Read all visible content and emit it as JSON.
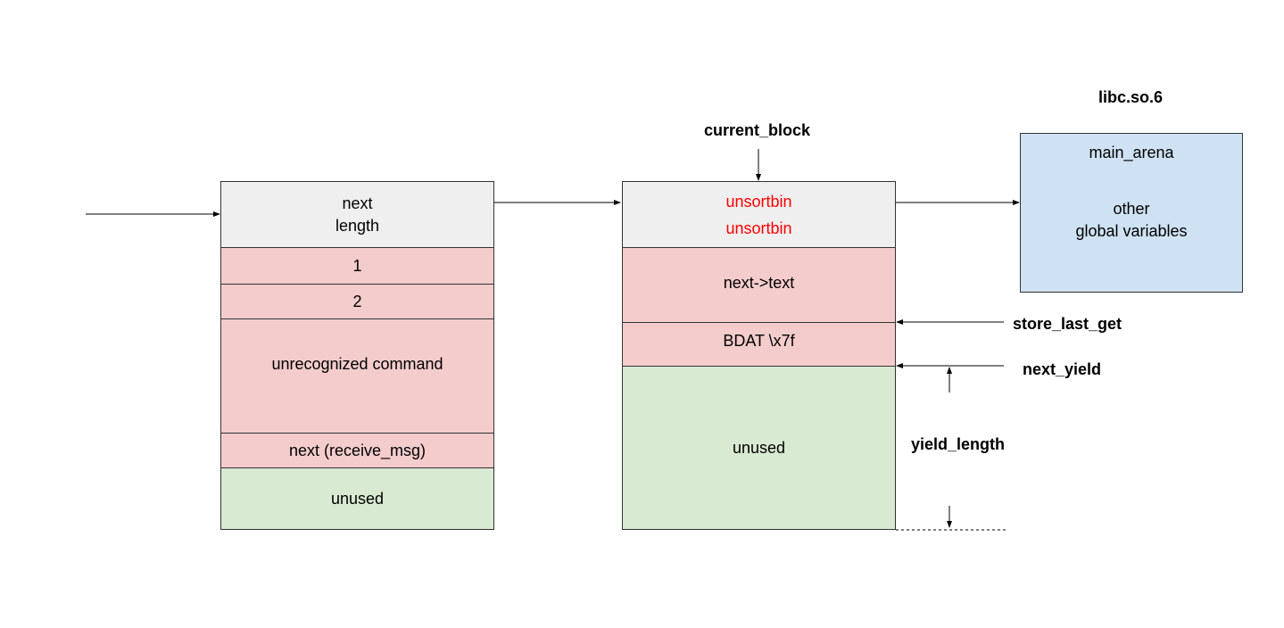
{
  "left_chunk": {
    "header": [
      "next",
      "length"
    ],
    "cells": [
      "1",
      "2",
      "unrecognized command",
      "next (receive_msg)"
    ],
    "unused": "unused"
  },
  "middle_chunk": {
    "header": [
      "unsortbin",
      "unsortbin"
    ],
    "cells": [
      "next->text",
      "BDAT \\x7f"
    ],
    "unused": "unused"
  },
  "libc_box": {
    "title": "libc.so.6",
    "line1": "main_arena",
    "line2": "other",
    "line3": "global variables"
  },
  "pointer_labels": {
    "current_block": "current_block",
    "store_last_get": "store_last_get",
    "next_yield": "next_yield",
    "yield_length": "yield_length"
  },
  "colors": {
    "header_gray": "#efefef",
    "data_pink": "#f4cccc",
    "unused_green": "#d9ead3",
    "libc_blue": "#cfe2f3",
    "pointer_red": "#ff0000"
  }
}
